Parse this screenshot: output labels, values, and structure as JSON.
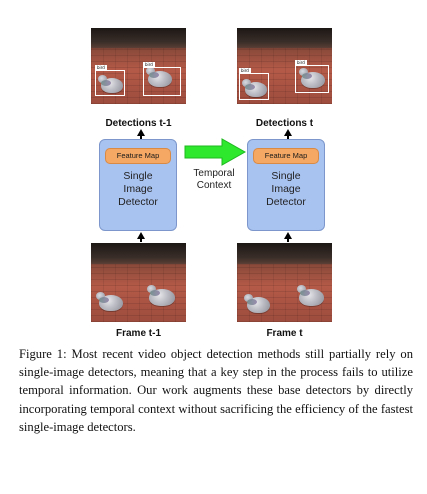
{
  "figure": {
    "left_panel": {
      "top_label": "Detections t-1",
      "bottom_label": "Frame t-1",
      "feature_map": "Feature Map",
      "detector_lines": [
        "Single",
        "Image",
        "Detector"
      ]
    },
    "right_panel": {
      "top_label": "Detections t",
      "bottom_label": "Frame t",
      "feature_map": "Feature Map",
      "detector_lines": [
        "Single",
        "Image",
        "Detector"
      ]
    },
    "connector_lines": [
      "Temporal",
      "Context"
    ],
    "arrow_color": "#2ee82e",
    "detector_color": "#a9c3f0",
    "feature_map_color": "#f5a863"
  },
  "caption": "Figure 1: Most recent video object detection methods still partially rely on single-image detectors, meaning that a key step in the process fails to utilize temporal information. Our work augments these base detectors by directly incorporating temporal context without sacrificing the efficiency of the fastest single-image detectors."
}
